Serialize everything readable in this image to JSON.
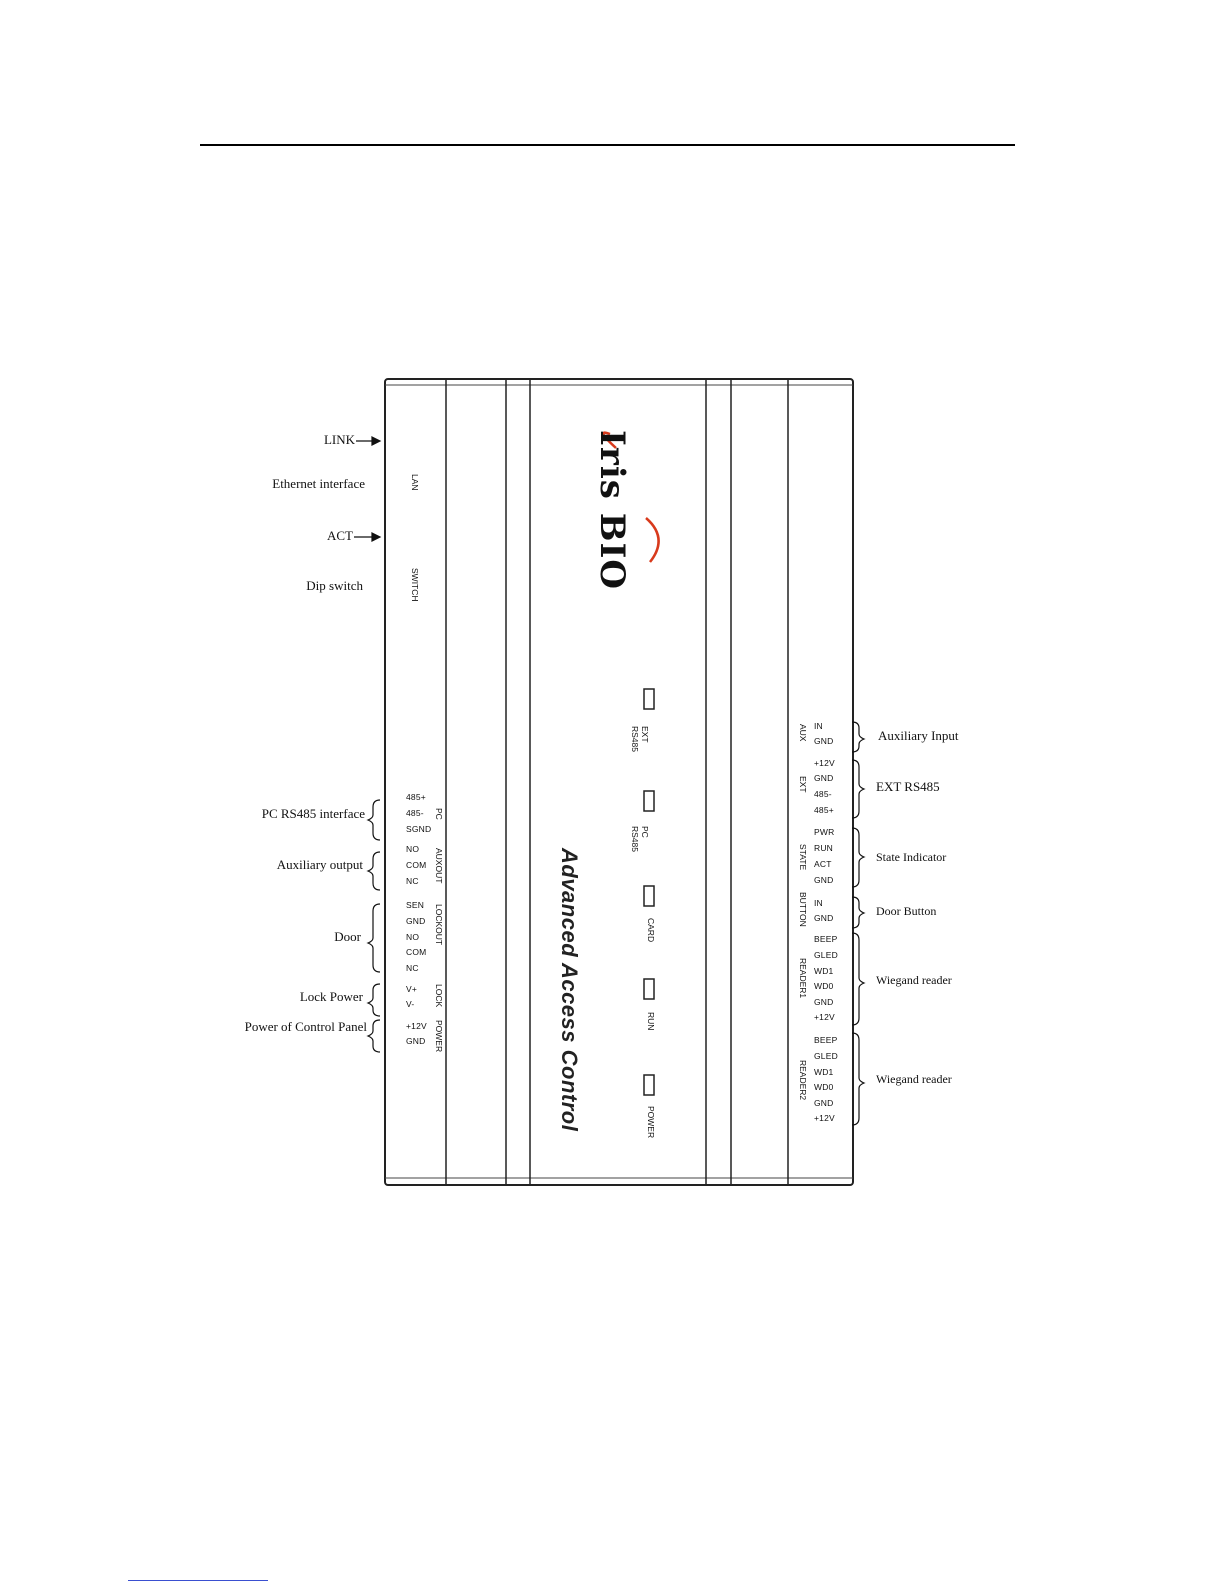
{
  "brand": {
    "text": "Iris BIO",
    "swoosh_color": "#d83a1c"
  },
  "product_name": "Advanced Access Control",
  "left_callouts": {
    "link": "LINK",
    "ethernet": "Ethernet interface",
    "act": "ACT",
    "dip": "Dip switch",
    "pc485": "PC RS485 interface",
    "auxout": "Auxiliary output",
    "door": "Door",
    "lockpower": "Lock Power",
    "panelpower": "Power of Control Panel"
  },
  "right_callouts": {
    "auxin": "Auxiliary Input",
    "ext485": "EXT RS485",
    "state": "State Indicator",
    "doorbutton": "Door Button",
    "wiegand1": "Wiegand reader",
    "wiegand2": "Wiegand reader"
  },
  "left_groups": {
    "lan": "LAN",
    "switch": "SWITCH",
    "pc": "PC",
    "auxout": "AUXOUT",
    "lockout": "LOCKOUT",
    "lock": "LOCK",
    "power": "POWER"
  },
  "left_pins": {
    "pc": [
      "485+",
      "485-",
      "SGND"
    ],
    "auxout": [
      "NO",
      "COM",
      "NC"
    ],
    "lockout": [
      "SEN",
      "GND",
      "NO",
      "COM",
      "NC"
    ],
    "lock": [
      "V+",
      "V-"
    ],
    "power": [
      "+12V",
      "GND"
    ]
  },
  "right_groups": {
    "aux": "AUX",
    "ext": "EXT",
    "state": "STATE",
    "button": "BUTTON",
    "reader1": "READER1",
    "reader2": "READER2"
  },
  "right_pins": {
    "aux": [
      "IN",
      "GND"
    ],
    "ext": [
      "+12V",
      "GND",
      "485-",
      "485+"
    ],
    "state": [
      "PWR",
      "RUN",
      "ACT",
      "GND"
    ],
    "button": [
      "IN",
      "GND"
    ],
    "reader1": [
      "BEEP",
      "GLED",
      "WD1",
      "WD0",
      "GND",
      "+12V"
    ],
    "reader2": [
      "BEEP",
      "GLED",
      "WD1",
      "WD0",
      "GND",
      "+12V"
    ]
  },
  "leds": {
    "ext_rs485": [
      "EXT",
      "RS485"
    ],
    "pc_rs485": [
      "PC",
      "RS485"
    ],
    "card": "CARD",
    "run": "RUN",
    "power": "POWER"
  }
}
